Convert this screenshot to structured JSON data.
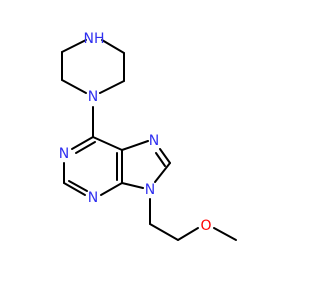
{
  "molecule": {
    "labels": {
      "nh_piperazine": "NH",
      "n_piperazine": "N",
      "n1_pyrimidine": "N",
      "n3_pyrimidine": "N",
      "n7_imidazole": "N",
      "n9_imidazole": "N",
      "o_ether": "O"
    },
    "colors": {
      "bond": "#000000",
      "nitrogen": "#3030f0",
      "oxygen": "#ff0000"
    }
  }
}
